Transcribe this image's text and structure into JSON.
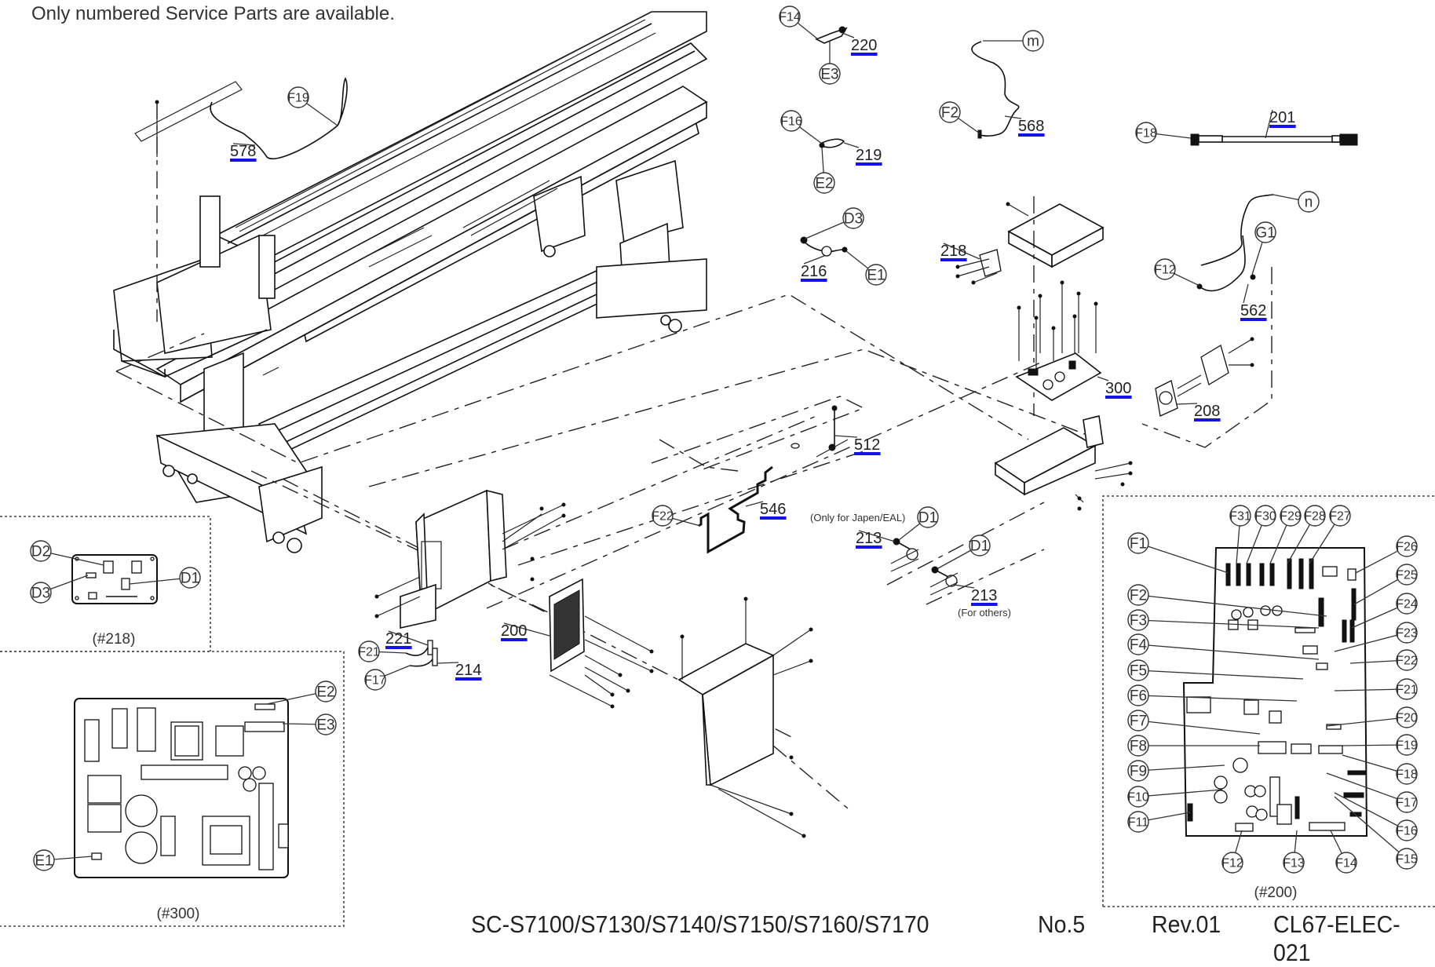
{
  "header": {
    "note": "Only numbered Service Parts are available."
  },
  "footer": {
    "model": "SC-S7100/S7130/S7140/S7150/S7160/S7170",
    "page_no": "No.5",
    "revision": "Rev.01",
    "doc_code": "CL67-ELEC-021"
  },
  "parts": [
    {
      "id": "578",
      "name": "part-578"
    },
    {
      "id": "220",
      "name": "part-220"
    },
    {
      "id": "219",
      "name": "part-219"
    },
    {
      "id": "568",
      "name": "part-568"
    },
    {
      "id": "201",
      "name": "part-201"
    },
    {
      "id": "216",
      "name": "part-216"
    },
    {
      "id": "218",
      "name": "part-218"
    },
    {
      "id": "562",
      "name": "part-562"
    },
    {
      "id": "300",
      "name": "part-300"
    },
    {
      "id": "208",
      "name": "part-208"
    },
    {
      "id": "512",
      "name": "part-512"
    },
    {
      "id": "546",
      "name": "part-546"
    },
    {
      "id": "213",
      "name": "part-213-japan"
    },
    {
      "id": "213",
      "name": "part-213-others"
    },
    {
      "id": "221",
      "name": "part-221"
    },
    {
      "id": "214",
      "name": "part-214"
    },
    {
      "id": "200",
      "name": "part-200"
    }
  ],
  "part_notes": {
    "only_japan": "(Only for Japen/EAL)",
    "for_others": "(For others)"
  },
  "callouts": {
    "main": [
      "F19",
      "F14",
      "E3",
      "F16",
      "E2",
      "m",
      "F2",
      "F18",
      "D3",
      "E1",
      "n",
      "G1",
      "F12",
      "F22",
      "D1",
      "D1",
      "F21",
      "F17"
    ],
    "inset_218": [
      "D2",
      "D3",
      "D1"
    ],
    "inset_300": [
      "E2",
      "E3",
      "E1"
    ],
    "inset_200_top": [
      "F31",
      "F30",
      "F29",
      "F28",
      "F27"
    ],
    "inset_200_left": [
      "F1",
      "F2",
      "F3",
      "F4",
      "F5",
      "F6",
      "F7",
      "F8",
      "F9",
      "F10",
      "F11"
    ],
    "inset_200_right": [
      "F26",
      "F25",
      "F24",
      "F23",
      "F22",
      "F21",
      "F20",
      "F19",
      "F18",
      "F17",
      "F16",
      "F15"
    ],
    "inset_200_bottom": [
      "F12",
      "F13",
      "F14"
    ]
  },
  "insets": {
    "board_218": "(#218)",
    "board_300": "(#300)",
    "board_200": "(#200)"
  }
}
